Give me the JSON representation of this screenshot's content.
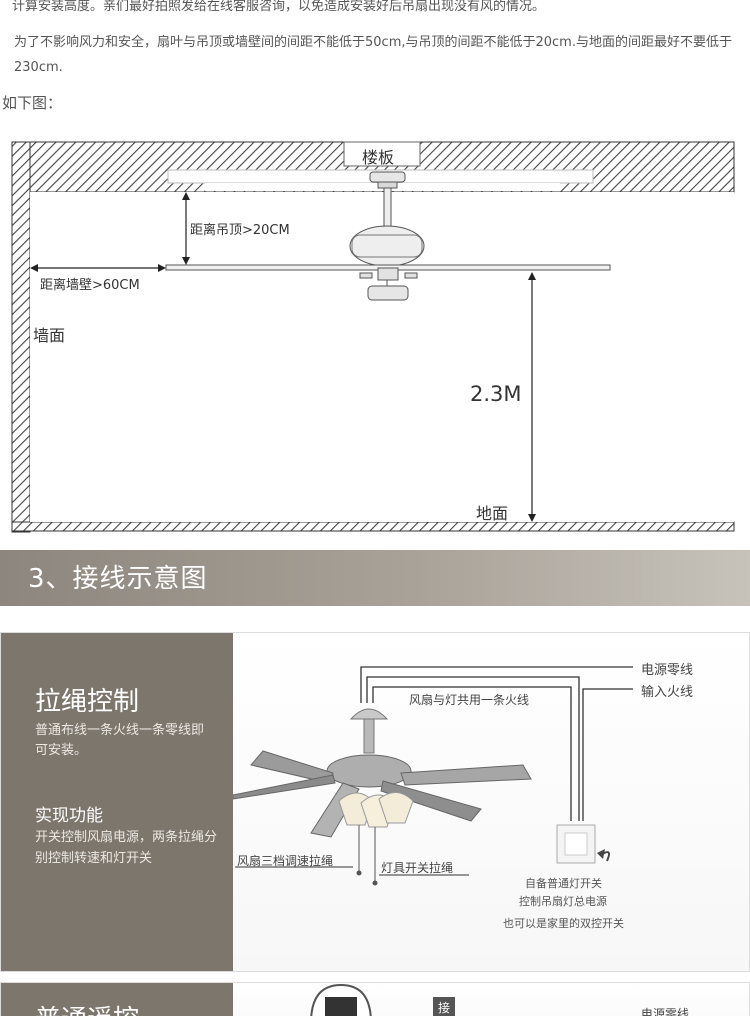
{
  "intro": {
    "line1": "计算安装高度。亲们最好拍照发给在线客服咨询，以免造成安装好后吊扇出现没有风的情况。",
    "line2": "为了不影响风力和安全，扇叶与吊顶或墙壁间的间距不能低于50cm,与吊顶的间距不能低于20cm.与地面的间距最好不要低于230cm.",
    "below": "如下图："
  },
  "diagram": {
    "floor_slab": "楼板",
    "ceiling_gap": "距离吊顶>20CM",
    "wall_gap": "距离墙壁>60CM",
    "wall": "墙面",
    "height": "2.3M",
    "ground": "地面"
  },
  "section": {
    "title": "3、接线示意图"
  },
  "pull_cord": {
    "title": "拉绳控制",
    "desc": "普通布线一条火线一条零线即可安装。",
    "feature_title": "实现功能",
    "feature_desc": "开关控制风扇电源，两条拉绳分别控制转速和灯开关",
    "labels": {
      "neutral": "电源零线",
      "live_in": "输入火线",
      "shared_live": "风扇与灯共用一条火线",
      "speed_cord": "风扇三档调速拉绳",
      "light_cord": "灯具开关拉绳",
      "switch_1": "自备普通灯开关",
      "switch_2": "控制吊扇灯总电源",
      "switch_3": "也可以是家里的双控开关"
    }
  },
  "remote": {
    "title": "普通遥控",
    "tag": "接",
    "neutral": "电源零线"
  }
}
